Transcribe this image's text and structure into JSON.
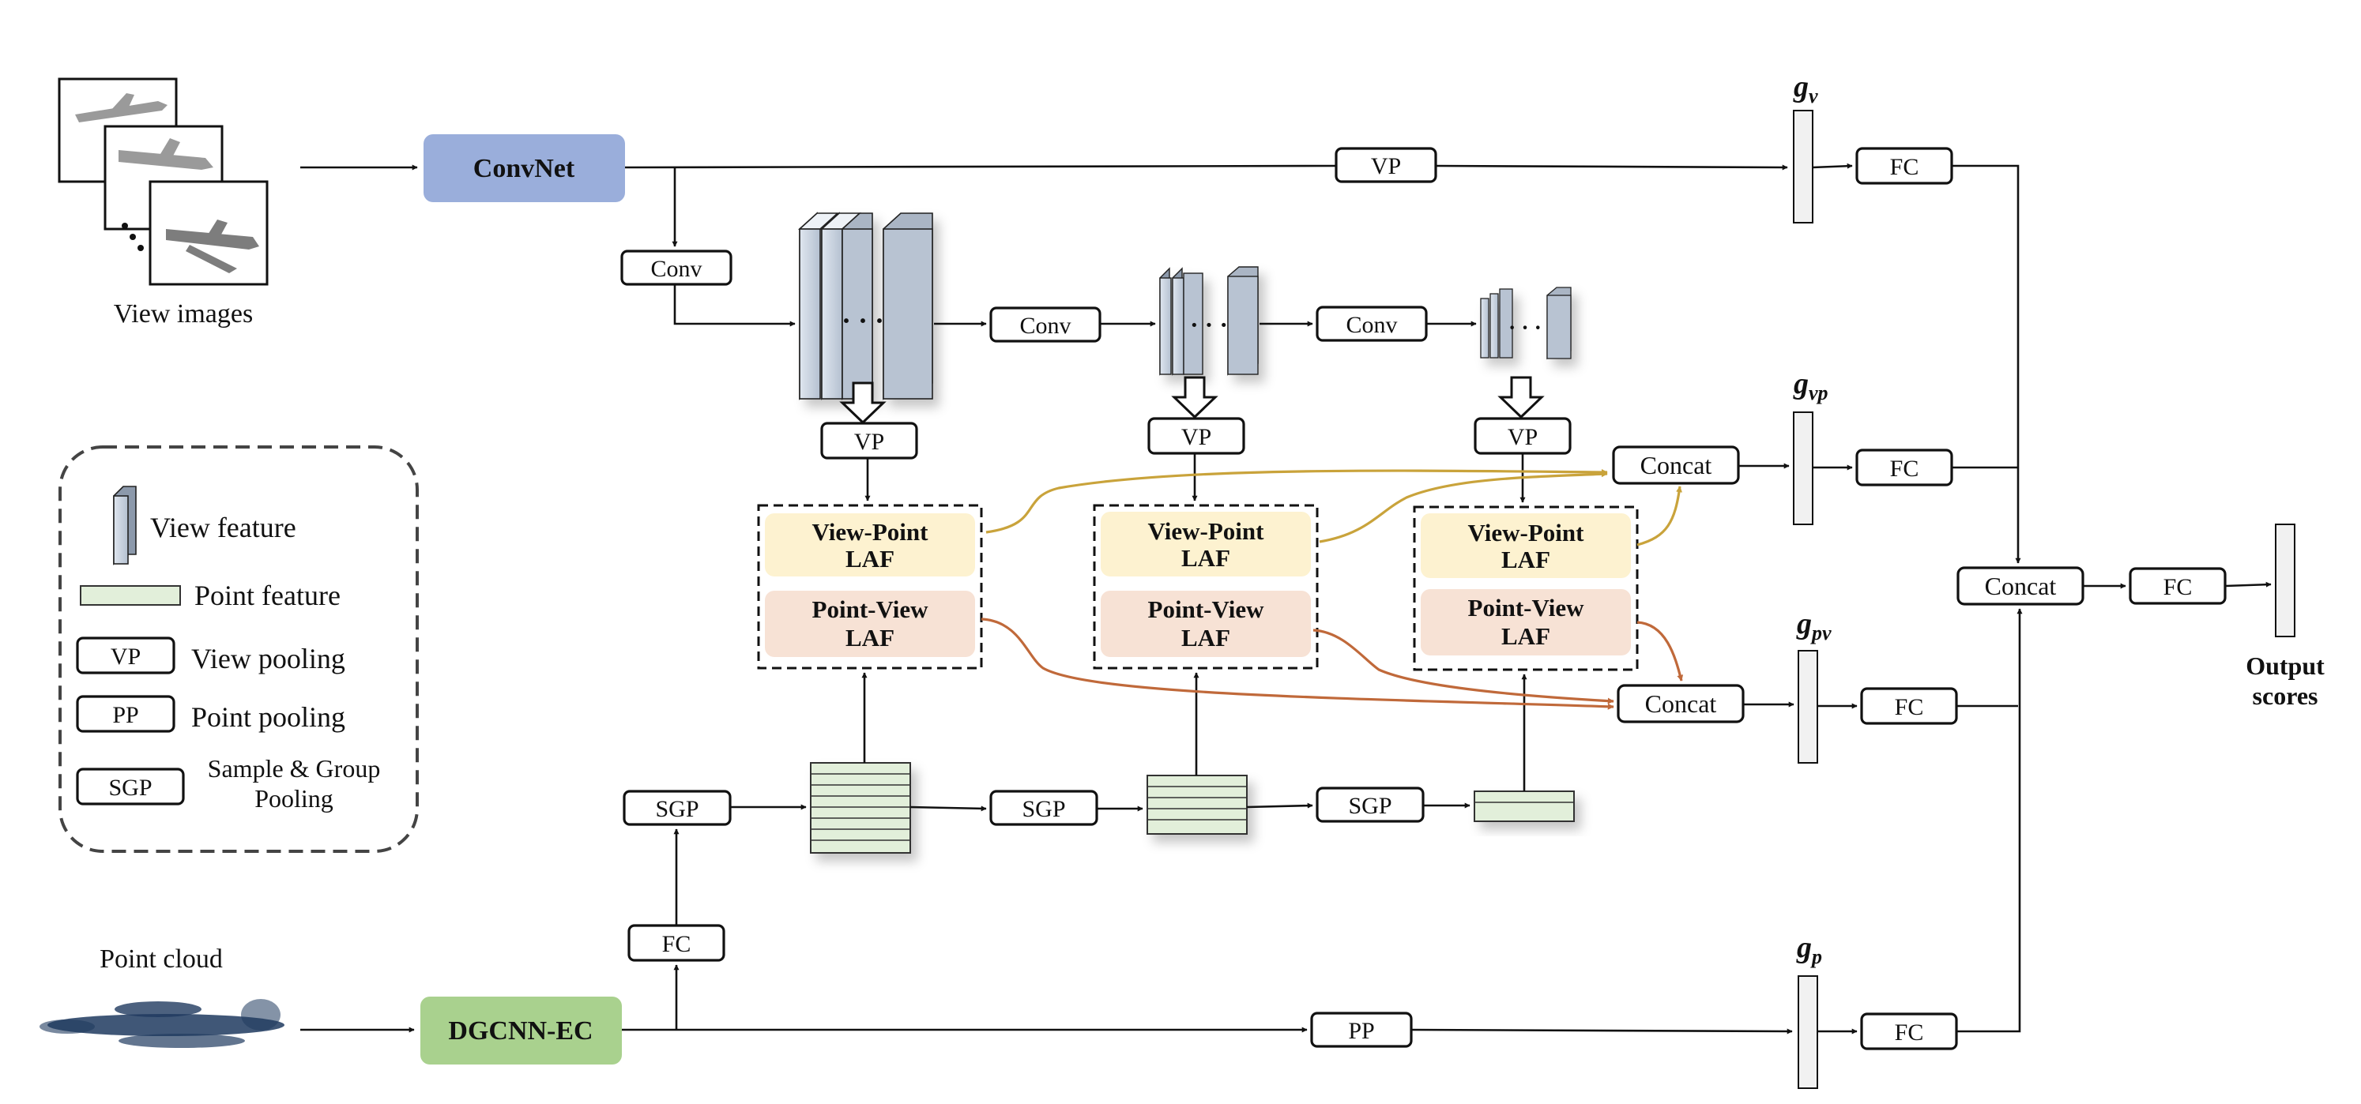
{
  "inputs": {
    "view_images_label": "View images",
    "point_cloud_label": "Point cloud"
  },
  "blocks": {
    "convnet": "ConvNet",
    "dgcnn": "DGCNN-EC",
    "conv": "Conv",
    "vp": "VP",
    "pp": "PP",
    "sgp": "SGP",
    "fc": "FC",
    "concat": "Concat",
    "laf_vp_line1": "View-Point",
    "laf_pv_line1": "Point-View",
    "laf_line2": "LAF",
    "ellipsis": "· · ·"
  },
  "globals": {
    "g_symbol": "g",
    "gv": "v",
    "gvp": "vp",
    "gpv": "pv",
    "gp": "p"
  },
  "output": {
    "line1": "Output",
    "line2": "scores"
  },
  "legend": {
    "view_feature": "View feature",
    "point_feature": "Point feature",
    "vp_short": "VP",
    "vp_long": "View pooling",
    "pp_short": "PP",
    "pp_long": "Point pooling",
    "sgp_short": "SGP",
    "sgp_long_line1": "Sample & Group",
    "sgp_long_line2": "Pooling"
  },
  "colors": {
    "convnet": "#9aaedb",
    "dgcnn": "#a9d18e",
    "view_feature": "#c9d3e0",
    "point_feature": "#e2efda",
    "laf_view_point": "#fdf2d0",
    "laf_point_view": "#f7e2d5",
    "arrow_gold": "#c9a33b",
    "arrow_orange": "#c0693a"
  }
}
